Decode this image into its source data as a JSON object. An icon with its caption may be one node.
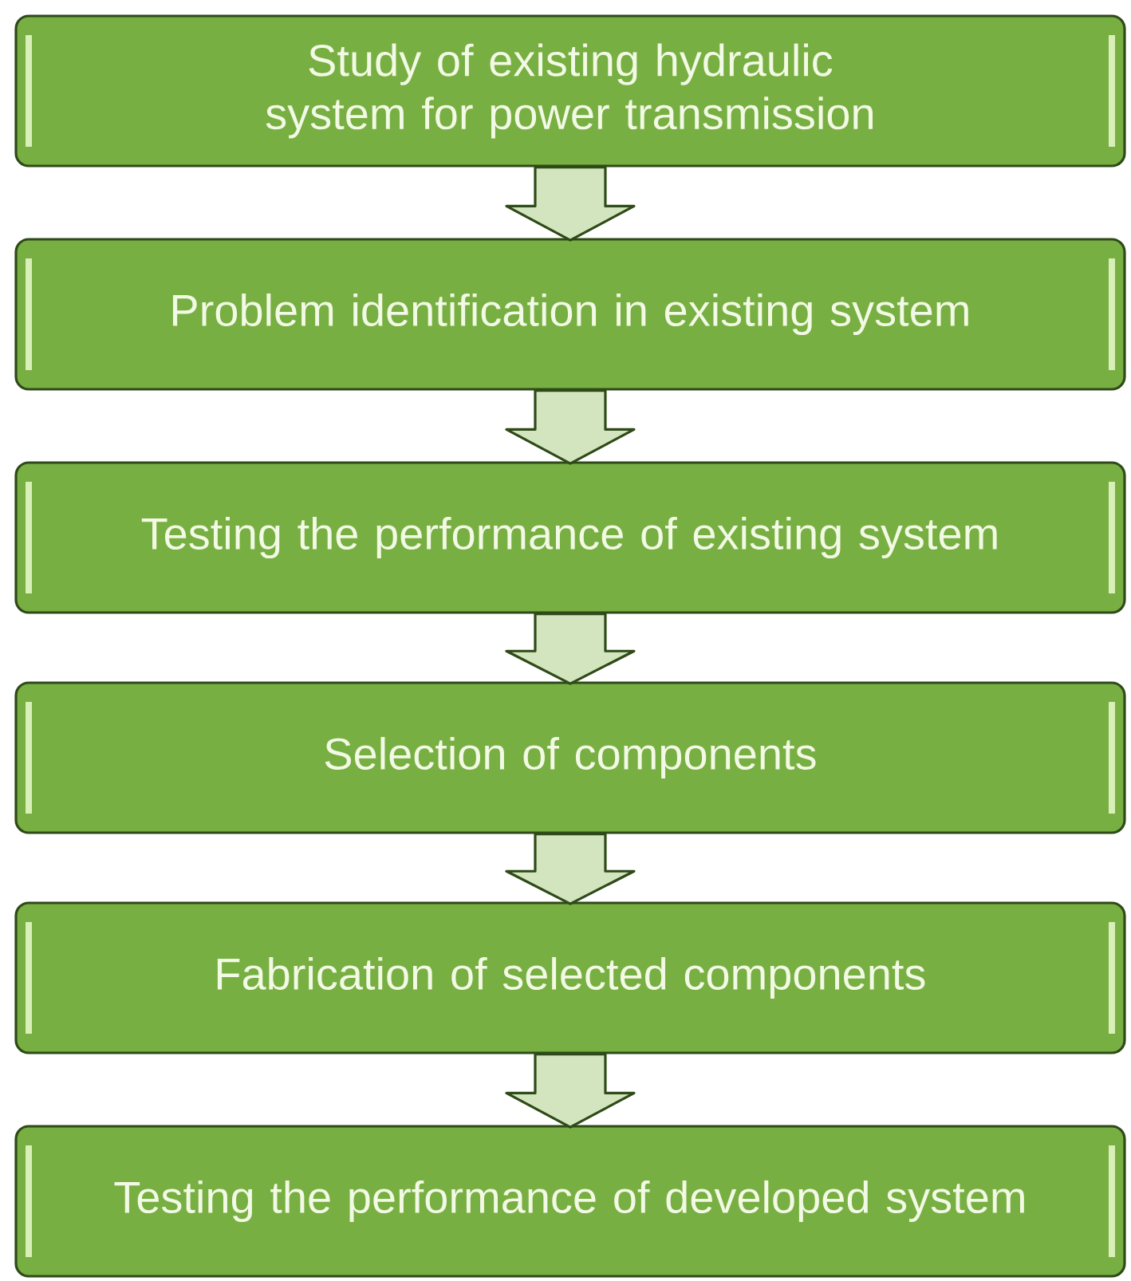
{
  "diagram": {
    "nodes": [
      {
        "text": [
          "Study of existing hydraulic system for power transmission"
        ]
      },
      {
        "text": [
          "Problem identification in existing system"
        ]
      },
      {
        "text": [
          "Testing the performance of existing system"
        ]
      },
      {
        "text": [
          "Selection of components"
        ]
      },
      {
        "text": [
          "Fabrication of selected components"
        ]
      },
      {
        "text": [
          "Testing the performance of developed system"
        ]
      }
    ],
    "edges": [
      {
        "from": 0,
        "to": 1,
        "arrow": "to"
      },
      {
        "from": 1,
        "to": 2,
        "arrow": "to"
      },
      {
        "from": 2,
        "to": 3,
        "arrow": "to"
      },
      {
        "from": 3,
        "to": 4,
        "arrow": "to"
      },
      {
        "from": 4,
        "to": 5,
        "arrow": "to"
      }
    ]
  }
}
